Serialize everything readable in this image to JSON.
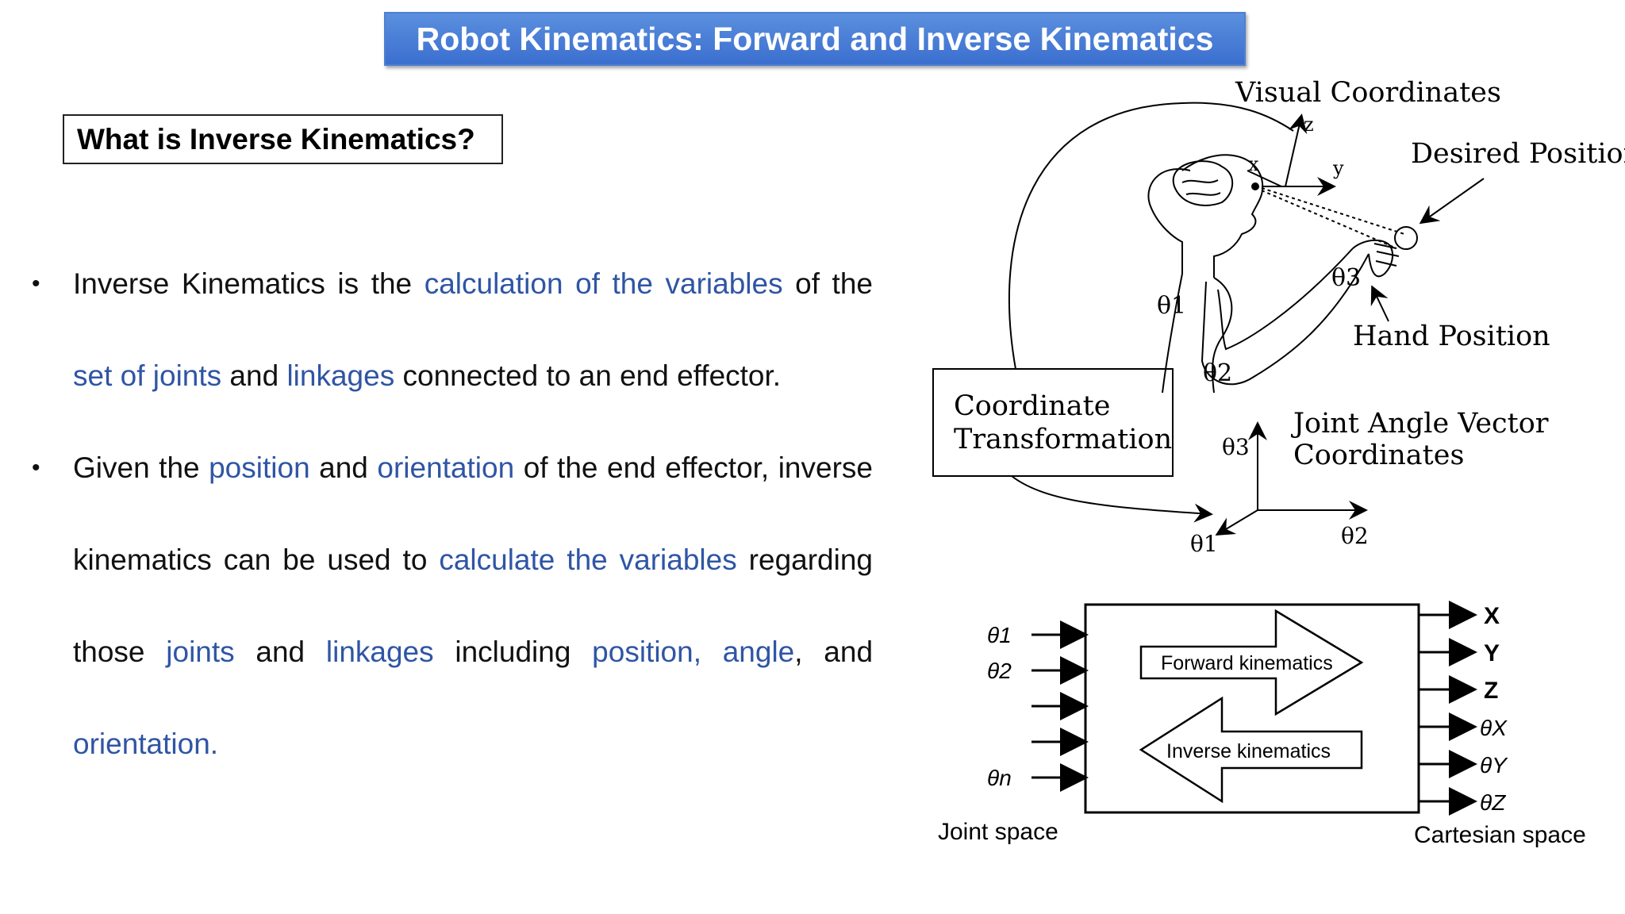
{
  "slide": {
    "title": "Robot Kinematics: Forward and Inverse Kinematics",
    "subtitle": "What is Inverse Kinematics?"
  },
  "bullets": [
    {
      "segments": [
        {
          "text": "Inverse Kinematics is the ",
          "hl": false
        },
        {
          "text": "calculation of the variables",
          "hl": true
        },
        {
          "text": " of the ",
          "hl": false
        },
        {
          "text": "set of joints",
          "hl": true
        },
        {
          "text": " and ",
          "hl": false
        },
        {
          "text": "linkages",
          "hl": true
        },
        {
          "text": " connected to an end effector.",
          "hl": false
        }
      ]
    },
    {
      "segments": [
        {
          "text": "Given the ",
          "hl": false
        },
        {
          "text": "position",
          "hl": true
        },
        {
          "text": " and ",
          "hl": false
        },
        {
          "text": "orientation",
          "hl": true
        },
        {
          "text": " of the end effector, inverse kinematics can be used to ",
          "hl": false
        },
        {
          "text": "calculate the variables",
          "hl": true
        },
        {
          "text": " regarding those ",
          "hl": false
        },
        {
          "text": "joints",
          "hl": true
        },
        {
          "text": " and ",
          "hl": false
        },
        {
          "text": "linkages",
          "hl": true
        },
        {
          "text": " including ",
          "hl": false
        },
        {
          "text": "position, angle",
          "hl": true
        },
        {
          "text": ", and ",
          "hl": false
        },
        {
          "text": "orientation.",
          "hl": true
        }
      ]
    }
  ],
  "figure_top": {
    "visual_coordinates": "Visual Coordinates",
    "axis_z": "z",
    "axis_x": "x",
    "axis_y": "y",
    "desired_position": "Desired Position",
    "hand_position": "Hand Position",
    "theta1": "θ1",
    "theta2": "θ2",
    "theta3": "θ3",
    "coord_transform_line1": "Coordinate",
    "coord_transform_line2": "Transformation",
    "joint_angle_line1": "Joint Angle Vector",
    "joint_angle_line2": "Coordinates",
    "axis_theta1": "θ1",
    "axis_theta2": "θ2",
    "axis_theta3": "θ3"
  },
  "figure_bottom": {
    "inputs": [
      "θ1",
      "θ2",
      "θn"
    ],
    "forward": "Forward kinematics",
    "inverse": "Inverse kinematics",
    "outputs": [
      "X",
      "Y",
      "Z",
      "θX",
      "θY",
      "θZ"
    ],
    "joint_space": "Joint space",
    "cartesian_space": "Cartesian space"
  },
  "colors": {
    "highlight": "#2f55a4",
    "banner": "#4a7fd6"
  }
}
